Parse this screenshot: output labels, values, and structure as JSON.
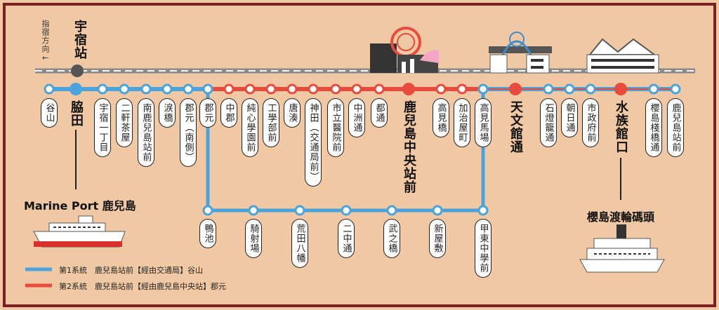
{
  "direction_note": "指宿方向←",
  "jr_station": "宇宿站",
  "blue_route_stops": [
    "谷山",
    "脇田",
    "宇宿一丁目",
    "二軒茶屋",
    "南鹿兒島站前",
    "涙橋",
    "郡元（南側）"
  ],
  "shared_stops": [
    "郡元",
    "中郡",
    "純心學園前",
    "工學部前",
    "唐湊",
    "神田（交通局前）",
    "市立醫院前",
    "中洲通",
    "都通",
    "鹿兒島中央站前",
    "高見橋",
    "加治屋町",
    "高見馬場",
    "天文館通",
    "石燈籠通",
    "朝日通",
    "市政府前",
    "水族館口",
    "櫻島棧橋通",
    "鹿兒島站前"
  ],
  "lower_loop_stops": [
    "鴨池",
    "騎射場",
    "荒田八幡",
    "二中通",
    "武之橋",
    "新屋敷",
    "甲東中學前"
  ],
  "bold_stops": [
    "脇田",
    "鹿兒島中央站前",
    "天文館通",
    "水族館口"
  ],
  "port_left": "Marine Port 鹿兒島",
  "port_right": "櫻島渡輪碼頭",
  "legend": [
    {
      "label": "第1系統　鹿兒島站前【經由交通局】谷山",
      "color": "#4aa3db"
    },
    {
      "label": "第2系統　鹿兒島站前【經由鹿兒島中央站】郡元",
      "color": "#e84a3b"
    }
  ],
  "colors": {
    "background": "#f0c9a4",
    "blue": "#4aa3db",
    "red": "#e84a3b",
    "frame": "#7a1f22",
    "rail": "#8a8a8a"
  }
}
